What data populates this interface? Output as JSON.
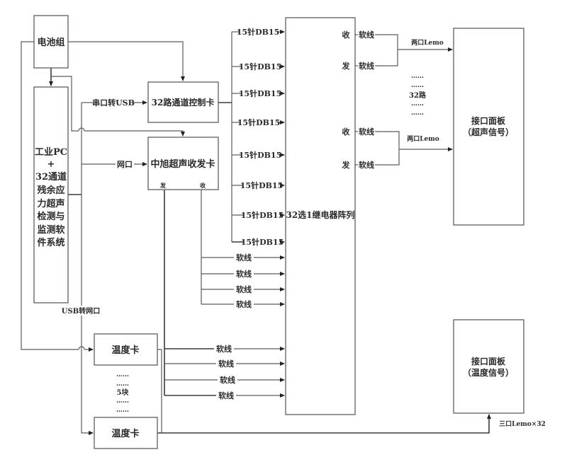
{
  "title": "32通道残余应力超声检测与监测系统结构图",
  "nodes": {
    "battery": "电池组",
    "pc_lines": [
      "工业PC",
      "+",
      "32通道",
      "残余应",
      "力超声",
      "检测与",
      "监测软",
      "件系统"
    ],
    "control_card": "32路通道控制卡",
    "ultrasonic_card": "中旭超声收发卡",
    "ultrasonic_card_tx": "发",
    "ultrasonic_card_rx": "收",
    "relay_array": "32选1继电器阵列",
    "panel_ultrasonic_line1": "接口面板",
    "panel_ultrasonic_line2": "（超声信号）",
    "panel_temp_line1": "接口面板",
    "panel_temp_line2": "（温度信号）",
    "temp_card_1": "温度卡",
    "temp_card_2": "温度卡"
  },
  "labels": {
    "serial_to_usb": "串口转USB",
    "network_port": "网口",
    "usb_to_network": "USB转网口",
    "db15": [
      "15针DB15",
      "15针DB15",
      "15针DB15",
      "15针DB15",
      "15针DB15",
      "15针DB15",
      "15针DB15",
      "15针DB15"
    ],
    "soft_wire": "软线",
    "soft_wires_rx_group": [
      "软线",
      "软线",
      "软线",
      "软线"
    ],
    "soft_wires_tx_group": [
      "软线",
      "软线",
      "软线",
      "软线"
    ],
    "relay_ports": [
      {
        "name": "收",
        "wire": "软线"
      },
      {
        "name": "发",
        "wire": "软线"
      },
      {
        "name": "收",
        "wire": "软线"
      },
      {
        "name": "发",
        "wire": "软线"
      }
    ],
    "lemo_two_port_1": "两口Lemo",
    "lemo_two_port_2": "两口Lemo",
    "channels_dots": "……",
    "channels_count": "32路",
    "temp_cards_count": "5块",
    "lemo_three_port": "三口Lemo×32"
  }
}
